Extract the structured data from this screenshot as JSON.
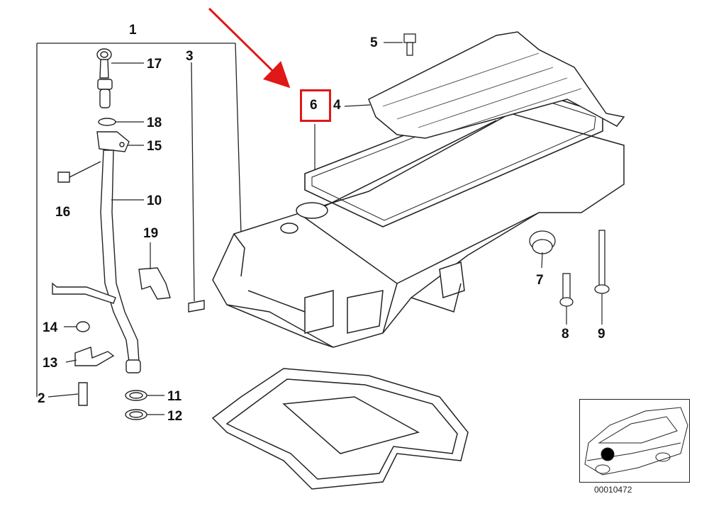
{
  "callouts": {
    "p1": "1",
    "p2": "2",
    "p3": "3",
    "p4": "4",
    "p5": "5",
    "p6": "6",
    "p7": "7",
    "p8": "8",
    "p9": "9",
    "p10": "10",
    "p11": "11",
    "p12": "12",
    "p13": "13",
    "p14": "14",
    "p15": "15",
    "p16": "16",
    "p17": "17",
    "p18": "18",
    "p19": "19"
  },
  "inset": {
    "doc_number": "00010472"
  },
  "colors": {
    "highlight": "#e01818",
    "line": "#222222"
  }
}
